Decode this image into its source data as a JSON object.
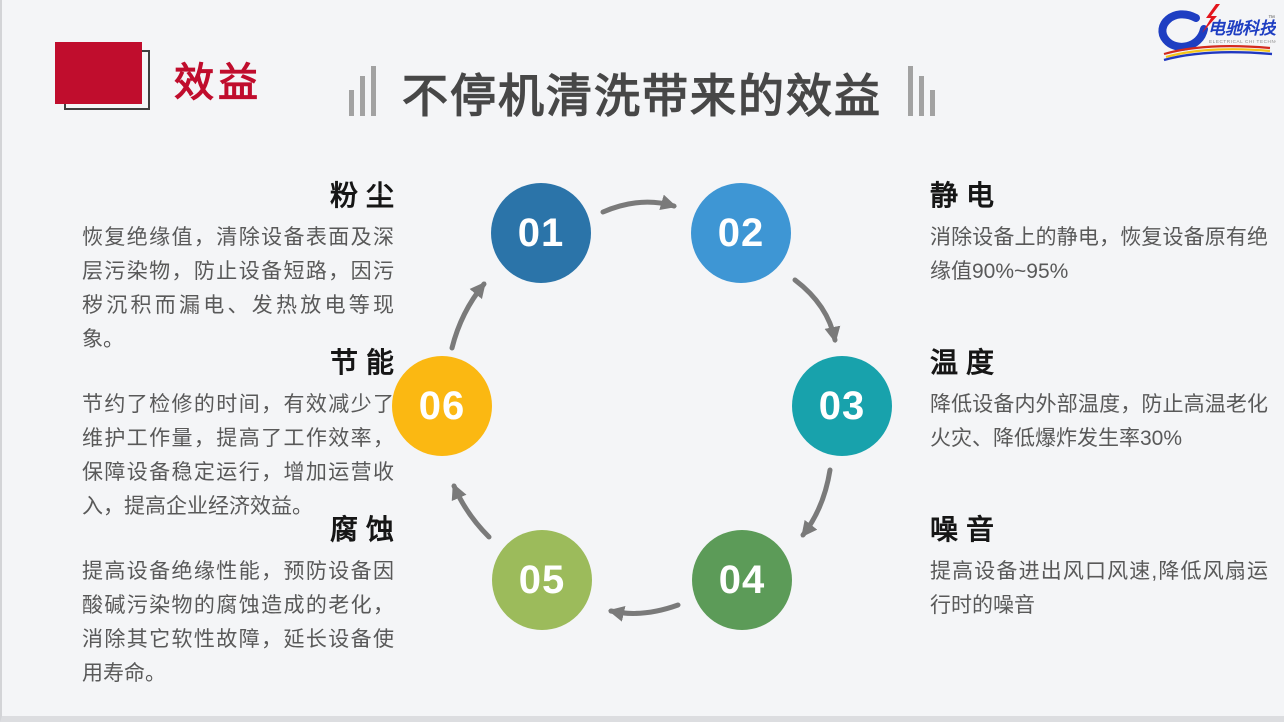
{
  "slide": {
    "section_label": "效益",
    "title": "不停机清洗带来的效益"
  },
  "logo": {
    "brand": "电驰科技",
    "trademark": "™",
    "caption": "ELECTRICAL CHI TECHNOLOGY"
  },
  "icons": {
    "title_decoration_left": "equalizer-bars-ascending",
    "title_decoration_right": "equalizer-bars-descending",
    "logo_mark": "blue-swoosh-with-red-lightning",
    "cycle_arrows": "curved-gray-arrows-clockwise"
  },
  "colors": {
    "accent_red": "#c00d2d",
    "title_gray": "#474747",
    "body_gray": "#595959",
    "arrow_gray": "#7a7a7a",
    "background": "#f4f5f7"
  },
  "diagram": {
    "steps": [
      {
        "number": "01",
        "color": "#2b74a9"
      },
      {
        "number": "02",
        "color": "#3e96d4"
      },
      {
        "number": "03",
        "color": "#18a2ac"
      },
      {
        "number": "04",
        "color": "#5c9b58"
      },
      {
        "number": "05",
        "color": "#9cbb5b"
      },
      {
        "number": "06",
        "color": "#fbb812"
      }
    ]
  },
  "benefits": {
    "left": [
      {
        "heading": "粉尘",
        "body": "恢复绝缘值，清除设备表面及深层污染物，防止设备短路，因污秽沉积而漏电、发热放电等现象。"
      },
      {
        "heading": "节能",
        "body": "节约了检修的时间，有效减少了维护工作量，提高了工作效率，保障设备稳定运行，增加运营收入，提高企业经济效益。"
      },
      {
        "heading": "腐蚀",
        "body": "提高设备绝缘性能，预防设备因酸碱污染物的腐蚀造成的老化，消除其它软性故障，延长设备使用寿命。"
      }
    ],
    "right": [
      {
        "heading": "静电",
        "body": "消除设备上的静电，恢复设备原有绝缘值90%~95%"
      },
      {
        "heading": "温度",
        "body": "降低设备内外部温度，防止高温老化火灾、降低爆炸发生率30%"
      },
      {
        "heading": "噪音",
        "body": "提高设备进出风口风速,降低风扇运行时的噪音"
      }
    ]
  }
}
